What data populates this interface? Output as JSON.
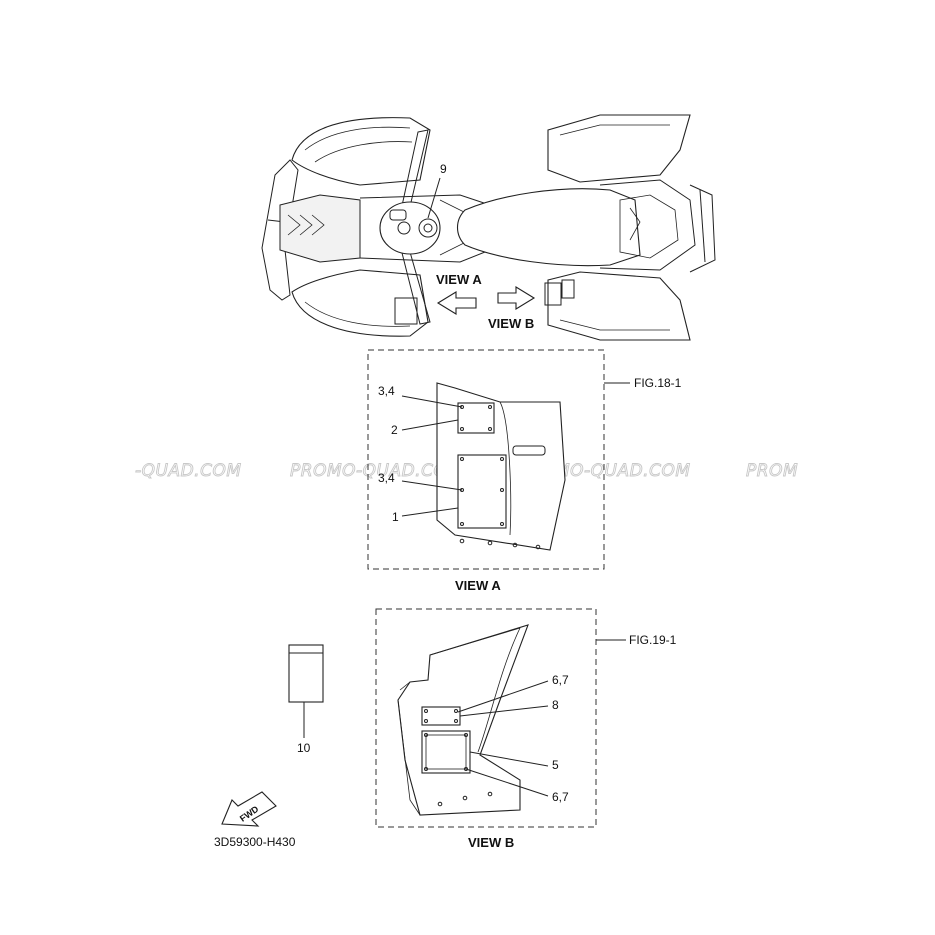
{
  "watermark": {
    "repeats": [
      "-QUAD.COM",
      "PROMO-QUAD.COM",
      "PROMO-QUAD.COM",
      "PROM"
    ]
  },
  "top_view": {
    "callout_9": "9",
    "view_a_label": "VIEW A",
    "view_b_label": "VIEW B"
  },
  "view_a": {
    "fig_ref": "FIG.18-1",
    "callouts": [
      "3,4",
      "2",
      "3,4",
      "1"
    ],
    "caption": "VIEW A"
  },
  "view_b": {
    "fig_ref": "FIG.19-1",
    "callouts": [
      "6,7",
      "8",
      "5",
      "6,7"
    ],
    "caption": "VIEW B"
  },
  "loose_part": {
    "callout": "10"
  },
  "fwd_arrow": {
    "text": "FWD"
  },
  "diagram_code": "3D59300-H430"
}
